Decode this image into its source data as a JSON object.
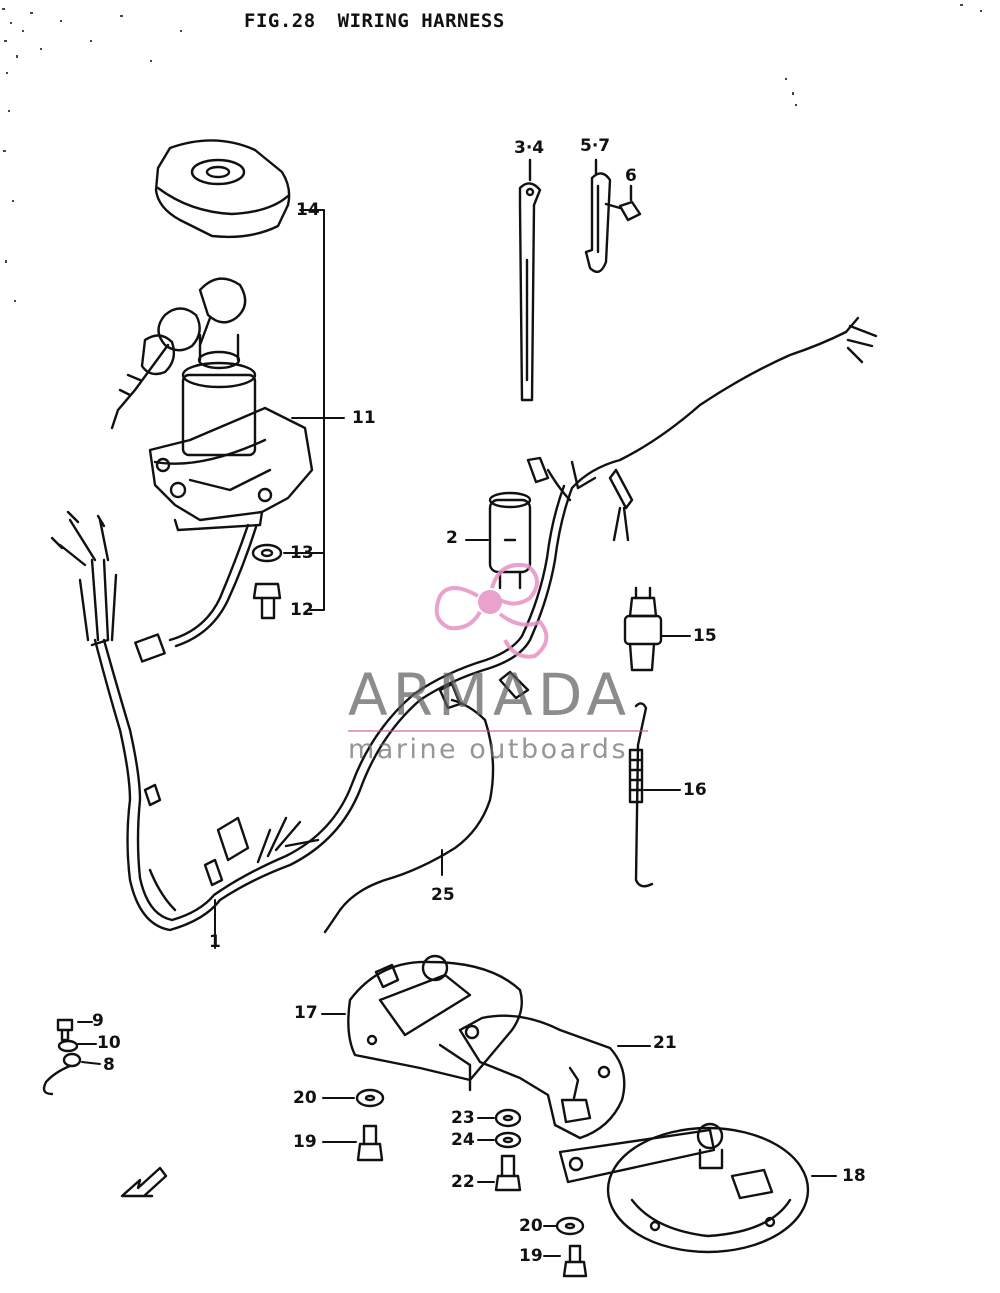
{
  "title": {
    "figure": "FIG.28",
    "name": "WIRING HARNESS"
  },
  "watermark": {
    "name": "ARMADA",
    "tagline": "marine outboards",
    "accent_color": "#e592c2"
  },
  "callouts": {
    "c_3_4": "3·4",
    "c_5_7": "5·7",
    "c_6": "6",
    "c_14": "14",
    "c_11": "11",
    "c_13": "13",
    "c_12": "12",
    "c_2": "2",
    "c_15": "15",
    "c_16": "16",
    "c_25": "25",
    "c_1": "1",
    "c_9": "9",
    "c_10": "10",
    "c_8": "8",
    "c_17": "17",
    "c_21": "21",
    "c_20a": "20",
    "c_19a": "19",
    "c_23": "23",
    "c_24": "24",
    "c_22": "22",
    "c_18": "18",
    "c_20b": "20",
    "c_19b": "19"
  }
}
